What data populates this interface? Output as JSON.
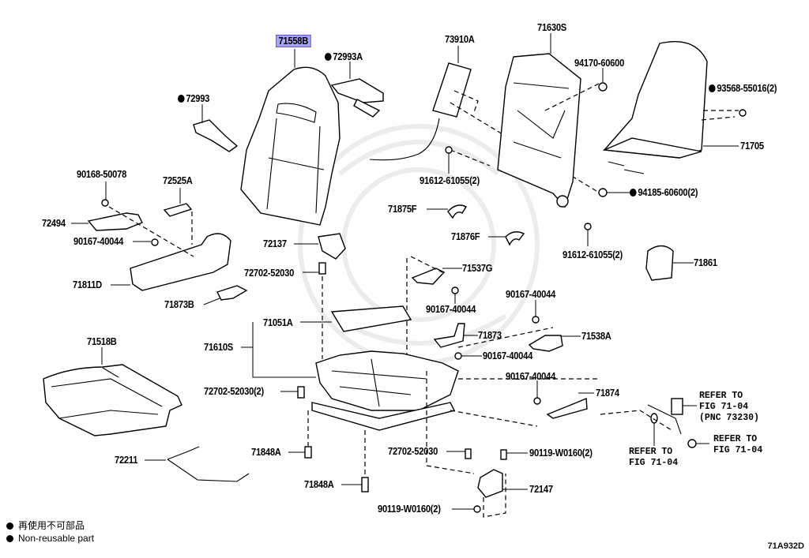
{
  "diagram": {
    "title_part": "71558B",
    "figure_id": "71A932D",
    "legend": [
      {
        "symbol": "filled-circle",
        "text": "再使用不可部品"
      },
      {
        "symbol": "filled-circle",
        "text": "Non-reusable part"
      }
    ],
    "parts": [
      {
        "id": "p71558B",
        "label": "71558B",
        "highlighted": true,
        "non_reusable": false
      },
      {
        "id": "p72993A",
        "label": "72993A",
        "non_reusable": true
      },
      {
        "id": "p72993",
        "label": "72993",
        "non_reusable": true
      },
      {
        "id": "p73910A",
        "label": "73910A",
        "non_reusable": false
      },
      {
        "id": "p71630S",
        "label": "71630S",
        "non_reusable": false
      },
      {
        "id": "p94170",
        "label": "94170-60600",
        "non_reusable": false
      },
      {
        "id": "p93568",
        "label": "93568-55016(2)",
        "non_reusable": true
      },
      {
        "id": "p71705",
        "label": "71705",
        "non_reusable": false
      },
      {
        "id": "p94185",
        "label": "94185-60600(2)",
        "non_reusable": true
      },
      {
        "id": "p91612a",
        "label": "91612-61055(2)",
        "non_reusable": false
      },
      {
        "id": "p91612b",
        "label": "91612-61055(2)",
        "non_reusable": false
      },
      {
        "id": "p90168",
        "label": "90168-50078",
        "non_reusable": false
      },
      {
        "id": "p72525A",
        "label": "72525A",
        "non_reusable": false
      },
      {
        "id": "p72494",
        "label": "72494",
        "non_reusable": false
      },
      {
        "id": "p90167a",
        "label": "90167-40044",
        "non_reusable": false
      },
      {
        "id": "p71811D",
        "label": "71811D",
        "non_reusable": false
      },
      {
        "id": "p71873B",
        "label": "71873B",
        "non_reusable": false
      },
      {
        "id": "p72137",
        "label": "72137",
        "non_reusable": false
      },
      {
        "id": "p72702a",
        "label": "72702-52030",
        "non_reusable": false
      },
      {
        "id": "p71875F",
        "label": "71875F",
        "non_reusable": false
      },
      {
        "id": "p71876F",
        "label": "71876F",
        "non_reusable": false
      },
      {
        "id": "p71537G",
        "label": "71537G",
        "non_reusable": false
      },
      {
        "id": "p90167b",
        "label": "90167-40044",
        "non_reusable": false
      },
      {
        "id": "p71861",
        "label": "71861",
        "non_reusable": false
      },
      {
        "id": "p71051A",
        "label": "71051A",
        "non_reusable": false
      },
      {
        "id": "p71610S",
        "label": "71610S",
        "non_reusable": false
      },
      {
        "id": "p71873",
        "label": "71873",
        "non_reusable": false
      },
      {
        "id": "p90167c",
        "label": "90167-40044",
        "non_reusable": false
      },
      {
        "id": "p90167d",
        "label": "90167-40044",
        "non_reusable": false
      },
      {
        "id": "p71538A",
        "label": "71538A",
        "non_reusable": false
      },
      {
        "id": "p90167e",
        "label": "90167-40044",
        "non_reusable": false
      },
      {
        "id": "p71874",
        "label": "71874",
        "non_reusable": false
      },
      {
        "id": "p71518B",
        "label": "71518B",
        "non_reusable": false
      },
      {
        "id": "p72702b",
        "label": "72702-52030(2)",
        "non_reusable": false
      },
      {
        "id": "p71848Aa",
        "label": "71848A",
        "non_reusable": false
      },
      {
        "id": "p71848Ab",
        "label": "71848A",
        "non_reusable": false
      },
      {
        "id": "p72211",
        "label": "72211",
        "non_reusable": false
      },
      {
        "id": "p72702c",
        "label": "72702-52030",
        "non_reusable": false
      },
      {
        "id": "p90119a",
        "label": "90119-W0160(2)",
        "non_reusable": false
      },
      {
        "id": "p90119b",
        "label": "90119-W0160(2)",
        "non_reusable": false
      },
      {
        "id": "p72147",
        "label": "72147",
        "non_reusable": false
      }
    ],
    "references": [
      {
        "id": "ref1",
        "text": "REFER TO\nFIG 71-04\n(PNC 73230)"
      },
      {
        "id": "ref2",
        "text": "REFER TO\nFIG 71-04"
      },
      {
        "id": "ref3",
        "text": "REFER TO\nFIG 71-04"
      }
    ]
  }
}
